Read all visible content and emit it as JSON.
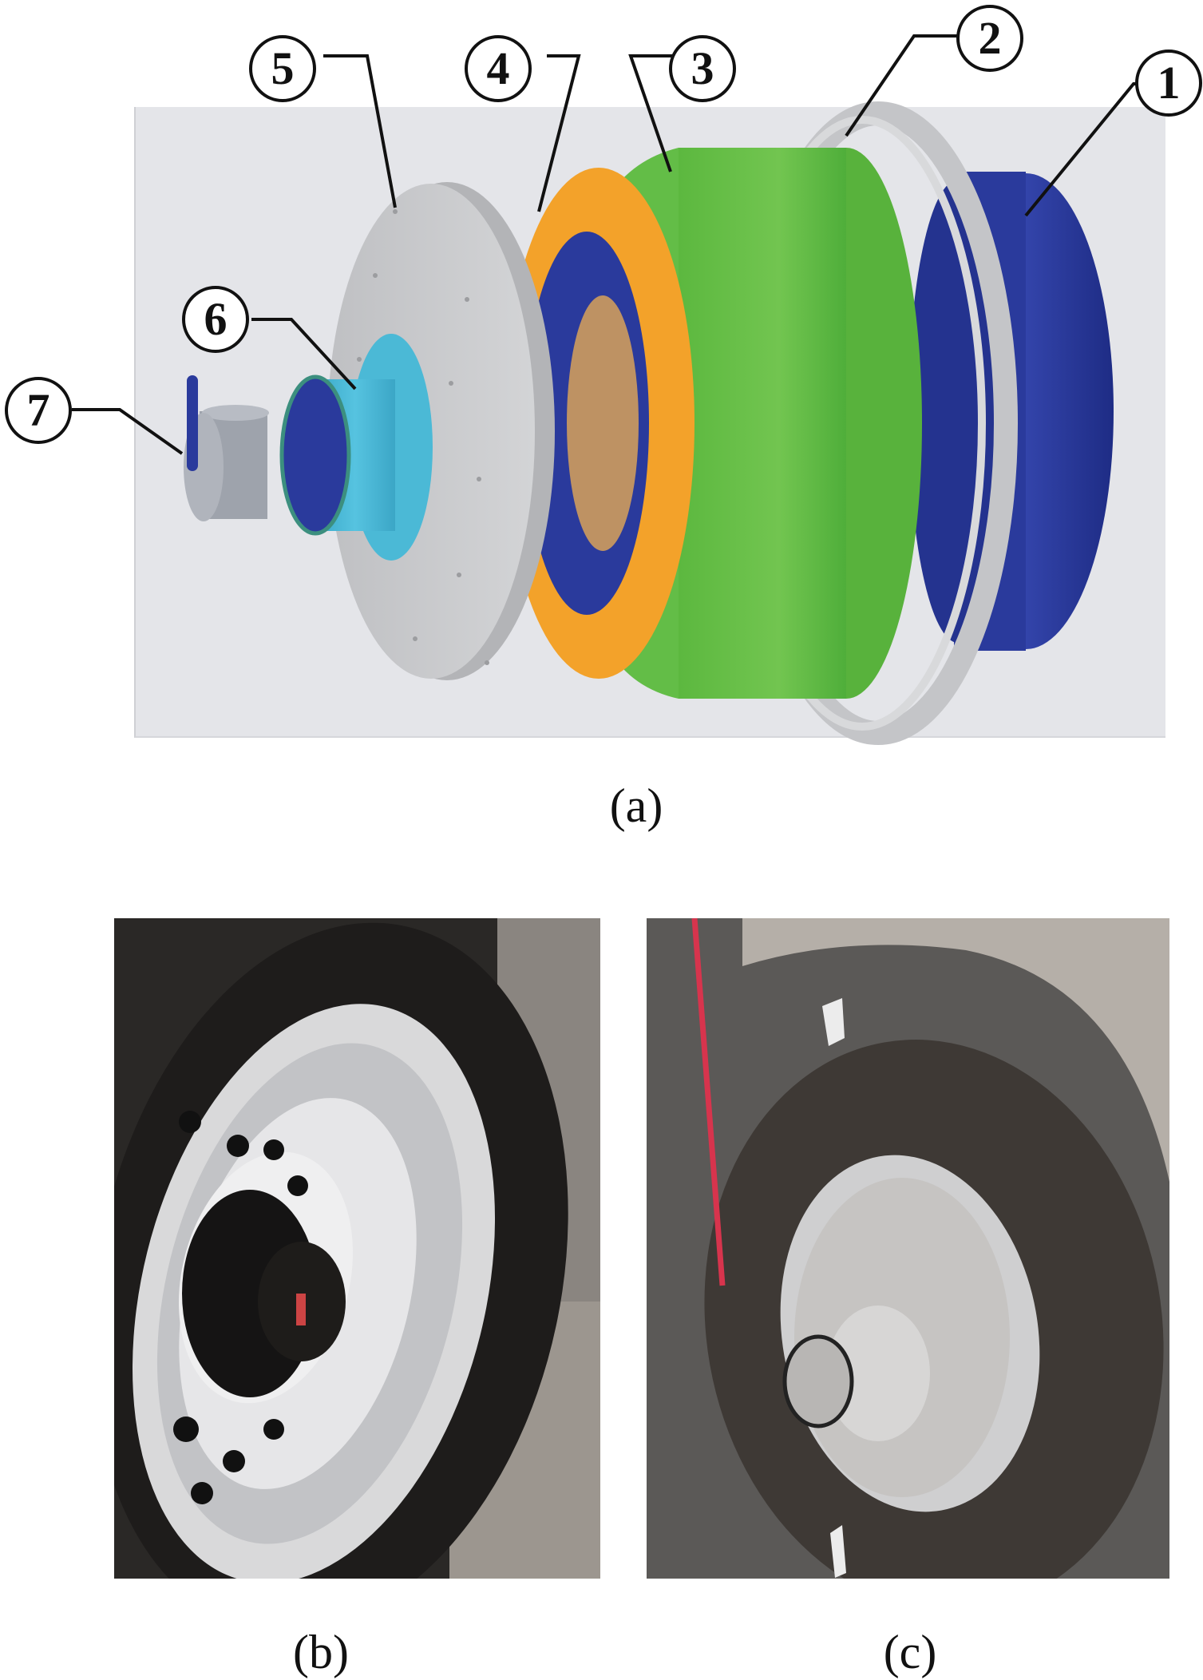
{
  "figure": {
    "panel_a": {
      "caption": "(a)",
      "background_color": "#e4e5e9",
      "callouts": [
        {
          "id": "1",
          "label": "1",
          "component": "inner hub / axle housing",
          "color": "#2a3a9c"
        },
        {
          "id": "2",
          "label": "2",
          "component": "wheel rim",
          "color": "#c4c5c8"
        },
        {
          "id": "3",
          "label": "3",
          "component": "tire",
          "color": "#6cc04a"
        },
        {
          "id": "4",
          "label": "4",
          "component": "adapter flange",
          "color": "#f3a22a"
        },
        {
          "id": "5",
          "label": "5",
          "component": "mounting disc",
          "color": "#c8c9cb"
        },
        {
          "id": "6",
          "label": "6",
          "component": "sleeve / shaft housing",
          "color": "#4bb9d6"
        },
        {
          "id": "7",
          "label": "7",
          "component": "end cap with sensor",
          "color": "#b0b4bc"
        }
      ]
    },
    "panel_b": {
      "caption": "(b)",
      "description": "photo of truck wheel hub with aluminum rim"
    },
    "panel_c": {
      "caption": "(c)",
      "description": "photo of wheel with mounted measurement disc and red strap"
    }
  }
}
